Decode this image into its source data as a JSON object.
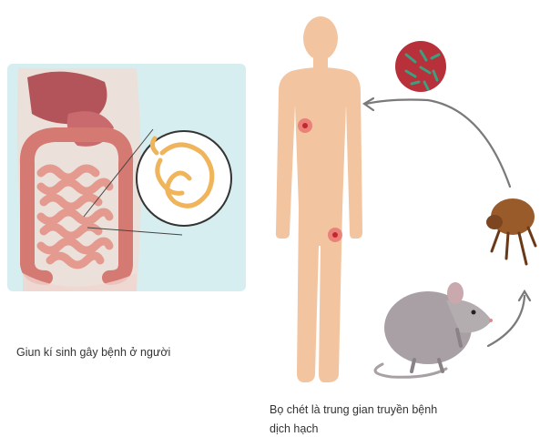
{
  "left_panel": {
    "caption": "Giun kí sinh gây bệnh ở người"
  },
  "right_panel": {
    "caption_line1": "Bọ chét là trung gian truyền bệnh",
    "caption_line2": "dịch hạch"
  },
  "colors": {
    "panel_bg": "#d6eef0",
    "intestine": "#e08a80",
    "body_skin": "#f2c4a0",
    "worm": "#f0b45a",
    "arrow": "#7a7a7a",
    "rat": "#a8a0a4",
    "flea": "#9a5b2a",
    "bacteria_bg": "#b8303a",
    "bacteria": "#3aa080"
  }
}
